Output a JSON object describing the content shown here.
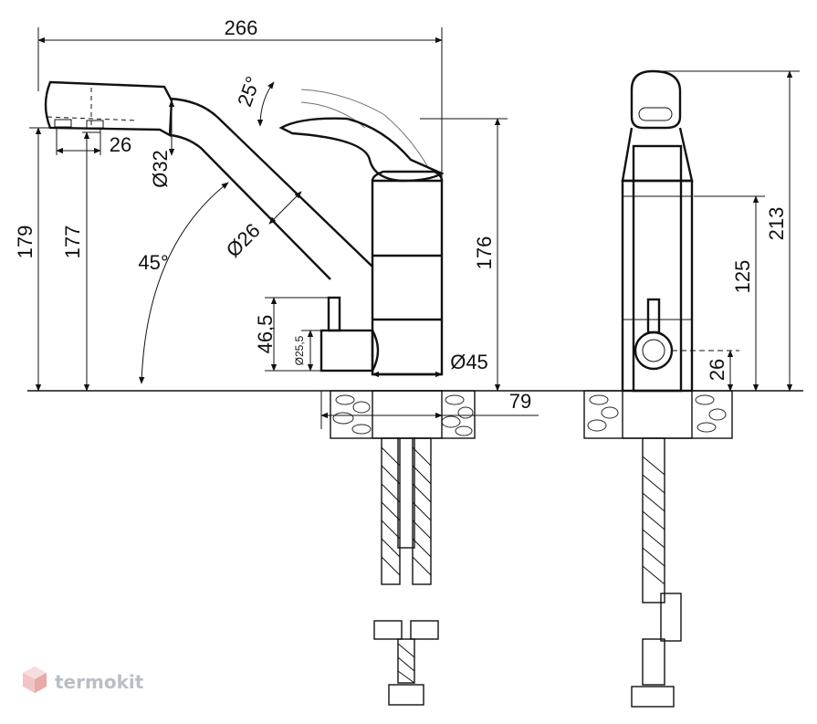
{
  "dimensions": {
    "overall_length": "266",
    "angle_lever": "25°",
    "spout_end": "26",
    "spout_dia_32": "Ø32",
    "spout_dia_26": "Ø26",
    "angle_spout": "45°",
    "height_179": "179",
    "height_177": "177",
    "height_176": "176",
    "handle_height": "46,5",
    "handle_dia": "Ø25,5",
    "body_dia": "Ø45",
    "base_width": "79",
    "side_height_213": "213",
    "side_height_125": "125",
    "side_height_26": "26"
  },
  "watermark": {
    "text": "termokit",
    "logo_icon": "hexagon-logo-icon",
    "color": "#b9bfc6"
  }
}
